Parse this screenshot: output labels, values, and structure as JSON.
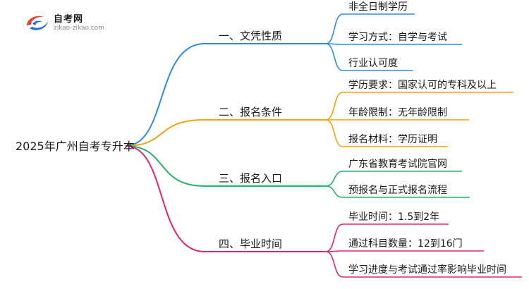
{
  "logo": {
    "name": "自考网",
    "domain": "zikao-zikao.com",
    "colors": {
      "red": "#e8412f",
      "blue": "#2b6fd6"
    }
  },
  "root": {
    "label": "2025年广州自考专升本"
  },
  "branches": [
    {
      "label": "一、文凭性质",
      "color": "#2d8be6",
      "children": [
        "非全日制学历",
        "学习方式：自学与考试",
        "行业认可度"
      ]
    },
    {
      "label": "二、报名条件",
      "color": "#f0a30a",
      "children": [
        "学历要求：国家认可的专科及以上",
        "年龄限制：无年龄限制",
        "报名材料：学历证明"
      ]
    },
    {
      "label": "三、报名入口",
      "color": "#21b56b",
      "children": [
        "广东省教育考试院官网",
        "预报名与正式报名流程"
      ]
    },
    {
      "label": "四、毕业时间",
      "color": "#e8246e",
      "children": [
        "毕业时间：1.5到2年",
        "通过科目数量：12到16门",
        "学习进度与考试通过率影响毕业时间"
      ]
    }
  ]
}
